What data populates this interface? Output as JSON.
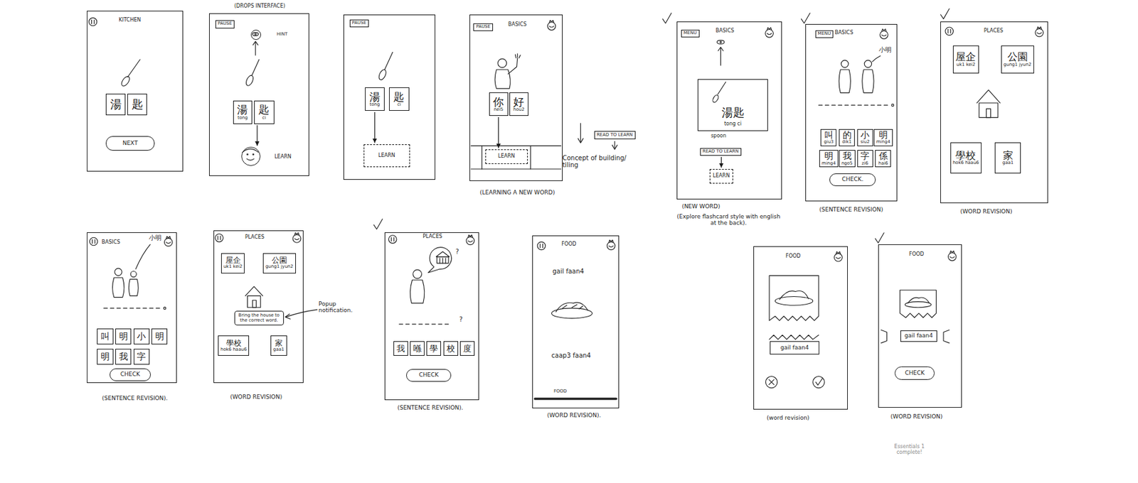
{
  "diagram": {
    "nodes": [
      {
        "text": [
          "KITCHEN"
        ]
      },
      {
        "text": [
          "湯"
        ],
        "in": 0
      },
      {
        "text": [
          "匙"
        ],
        "in": 0
      },
      {
        "text": [
          "NEXT"
        ],
        "in": 0
      },
      {
        "text": [
          "(DROPS INTERFACE)"
        ]
      },
      {
        "text": [
          "PAUSE"
        ],
        "in": 4
      },
      {
        "text": [
          "HINT"
        ],
        "in": 4
      },
      {
        "text": [
          "湯",
          "tong"
        ],
        "in": 4
      },
      {
        "text": [
          "匙",
          "ci"
        ],
        "in": 4
      },
      {
        "text": [
          "LEARN"
        ],
        "in": 4
      },
      {
        "text": []
      },
      {
        "text": [
          "PAUSE"
        ],
        "in": 10
      },
      {
        "text": [
          "湯",
          "tong"
        ],
        "in": 10
      },
      {
        "text": [
          "匙",
          "ci"
        ],
        "in": 10
      },
      {
        "text": [
          "LEARN"
        ],
        "in": 10
      },
      {
        "text": [
          "BASICS",
          "(LEARNING A NEW WORD)"
        ]
      },
      {
        "text": [
          "PAUSE"
        ],
        "in": 15
      },
      {
        "text": [
          "你",
          "nei5"
        ],
        "in": 15
      },
      {
        "text": [
          "好",
          "hou2"
        ],
        "in": 15
      },
      {
        "text": [
          "LEARN"
        ],
        "in": 15
      },
      {
        "text": [
          "READ TO LEARN"
        ]
      },
      {
        "text": [
          "BASICS",
          "(NEW WORD)",
          "(Explore flashcard style with english at the back)."
        ]
      },
      {
        "text": [
          "MENU"
        ],
        "in": 21
      },
      {
        "text": [
          "湯匙",
          "tong ci"
        ],
        "in": 21
      },
      {
        "text": [
          "READ TO LEARN"
        ],
        "in": 21
      },
      {
        "text": [
          "LEARN"
        ],
        "in": 21
      },
      {
        "text": [
          "BASICS",
          "(SENTENCE REVISION)"
        ]
      },
      {
        "text": [
          "MENU"
        ],
        "in": 26
      },
      {
        "text": [
          "叫",
          "giu3"
        ],
        "in": 26
      },
      {
        "text": [
          "的",
          "dik1"
        ],
        "in": 26
      },
      {
        "text": [
          "小",
          "siu2"
        ],
        "in": 26
      },
      {
        "text": [
          "明",
          "ming4"
        ],
        "in": 26
      },
      {
        "text": [
          "明",
          "ming4"
        ],
        "in": 26
      },
      {
        "text": [
          "我",
          "ngo5"
        ],
        "in": 26
      },
      {
        "text": [
          "字",
          "zi6"
        ],
        "in": 26
      },
      {
        "text": [
          "係",
          "hai6"
        ],
        "in": 26
      },
      {
        "text": [
          "CHECK."
        ],
        "in": 26
      },
      {
        "text": [
          "PLACES",
          "(WORD REVISION)"
        ]
      },
      {
        "text": [
          "屋企",
          "uk1 kei2"
        ],
        "in": 37
      },
      {
        "text": [
          "公園",
          "gung1 jyun2"
        ],
        "in": 37
      },
      {
        "text": [
          "學校",
          "hok6 haau6"
        ],
        "in": 37
      },
      {
        "text": [
          "家",
          "gaa1"
        ],
        "in": 37
      },
      {
        "text": [
          "BASICS",
          "(SENTENCE REVISION)."
        ]
      },
      {
        "text": [
          "叫"
        ],
        "in": 42
      },
      {
        "text": [
          "明"
        ],
        "in": 42
      },
      {
        "text": [
          "小"
        ],
        "in": 42
      },
      {
        "text": [
          "明"
        ],
        "in": 42
      },
      {
        "text": [
          "明"
        ],
        "in": 42
      },
      {
        "text": [
          "我"
        ],
        "in": 42
      },
      {
        "text": [
          "字"
        ],
        "in": 42
      },
      {
        "text": [
          "CHECK"
        ],
        "in": 42
      },
      {
        "text": [
          "PLACES",
          "(WORD REVISION)"
        ]
      },
      {
        "text": [
          "屋企",
          "uk1 kei2"
        ],
        "in": 51
      },
      {
        "text": [
          "公園",
          "gung1 jyun2"
        ],
        "in": 51
      },
      {
        "text": [
          "Bring the house to the correct word."
        ],
        "in": 51
      },
      {
        "text": [
          "學校",
          "hok6 haau6"
        ],
        "in": 51
      },
      {
        "text": [
          "家",
          "gaa1"
        ],
        "in": 51
      },
      {
        "text": [
          "PLACES",
          "(SENTENCE REVISION)."
        ]
      },
      {
        "text": [
          "我"
        ],
        "in": 57
      },
      {
        "text": [
          "喺"
        ],
        "in": 57
      },
      {
        "text": [
          "學"
        ],
        "in": 57
      },
      {
        "text": [
          "校"
        ],
        "in": 57
      },
      {
        "text": [
          "度"
        ],
        "in": 57
      },
      {
        "text": [
          "CHECK"
        ],
        "in": 57
      },
      {
        "text": [
          "FOOD",
          "(WORD REVISION)."
        ]
      },
      {
        "text": [
          "FOOD",
          "(word revision)"
        ]
      },
      {
        "text": [
          "gail faan4"
        ],
        "in": 65
      },
      {
        "text": [
          "FOOD",
          "(WORD REVISION)"
        ]
      },
      {
        "text": [
          "gail faan4"
        ],
        "in": 67
      },
      {
        "text": [
          "CHECK"
        ],
        "in": 67
      }
    ],
    "edges": [
      {
        "from": 8,
        "to": 9,
        "arrow": "to"
      },
      {
        "from": 12,
        "to": 14,
        "arrow": "to"
      },
      {
        "from": 17,
        "to": 19,
        "arrow": "to"
      },
      {
        "from": 24,
        "to": 25,
        "arrow": "to"
      }
    ],
    "labels": [
      "Concept of building/ tiling",
      "spoon",
      "小明",
      "小明",
      "Popup notification.",
      "?",
      "?",
      "gail faan4",
      "caap3 faan4",
      "FOOD",
      "Essentials 1 complete!"
    ]
  }
}
